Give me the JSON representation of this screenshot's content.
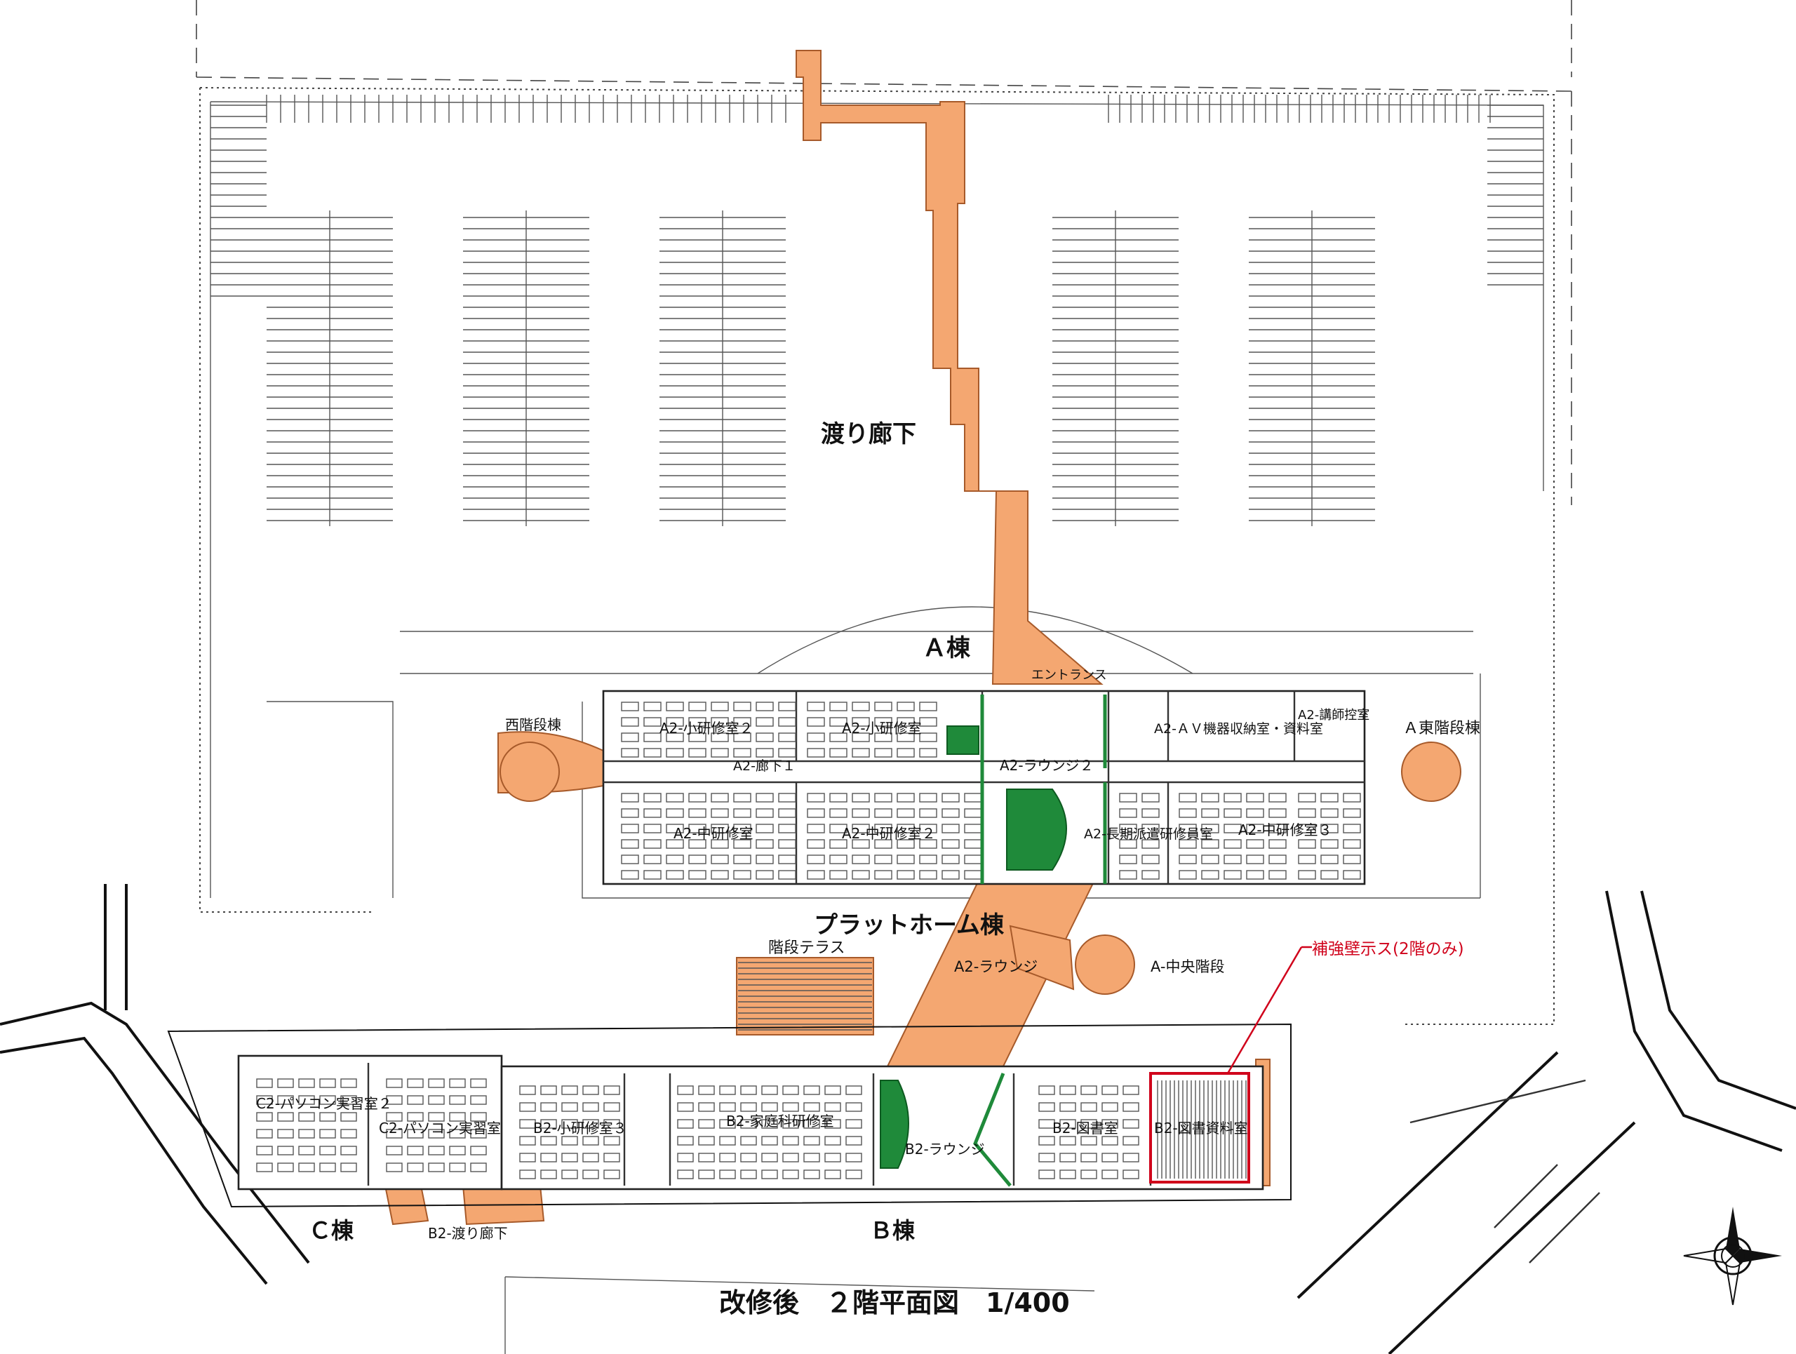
{
  "title": "改修後　２階平面図　1/400",
  "buildings": {
    "a": "Ａ棟",
    "b": "Ｂ棟",
    "c": "Ｃ棟",
    "platform": "プラットホーム棟",
    "corridor": "渡り廊下"
  },
  "labels": {
    "west_stair": "西階段棟",
    "east_stair": "Ａ東階段棟",
    "entrance": "エントランス",
    "a2_room2": "A2-小研修室２",
    "a2_room_small": "A2-小研修室",
    "a2_hall1": "A2-廊下１",
    "a2_lounge2": "A2-ラウンジ２",
    "a2_storage": "A2-ＡＶ機器収納室・資料室",
    "a2_lecturer": "A2-講師控室",
    "a2_mid1": "A2-中研修室",
    "a2_mid2": "A2-中研修室２",
    "a2_longterm": "A2-長期派遣研修員室",
    "a2_mid3": "A2-中研修室３",
    "stair_terrace": "階段テラス",
    "a2_lounge": "A2-ラウンジ",
    "a_center_stair": "A-中央階段",
    "reinforce_note": "補強壁示ス(2階のみ)",
    "c2_pc2": "C2-パソコン実習室２",
    "c2_pc": "C2-パソコン実習室",
    "b2_small3": "B2-小研修室３",
    "b2_home": "B2-家庭科研修室",
    "b2_lounge": "B2-ラウンジ",
    "b2_library": "B2-図書室",
    "b2_stacks": "B2-図書資料室",
    "b2_corridor": "B2-渡り廊下"
  },
  "colors": {
    "corridor_fill": "#f4a771",
    "reinforce_green": "#1f8a3a",
    "note_red": "#d0021b"
  },
  "icons": {
    "compass": "north-arrow-compass-icon"
  }
}
